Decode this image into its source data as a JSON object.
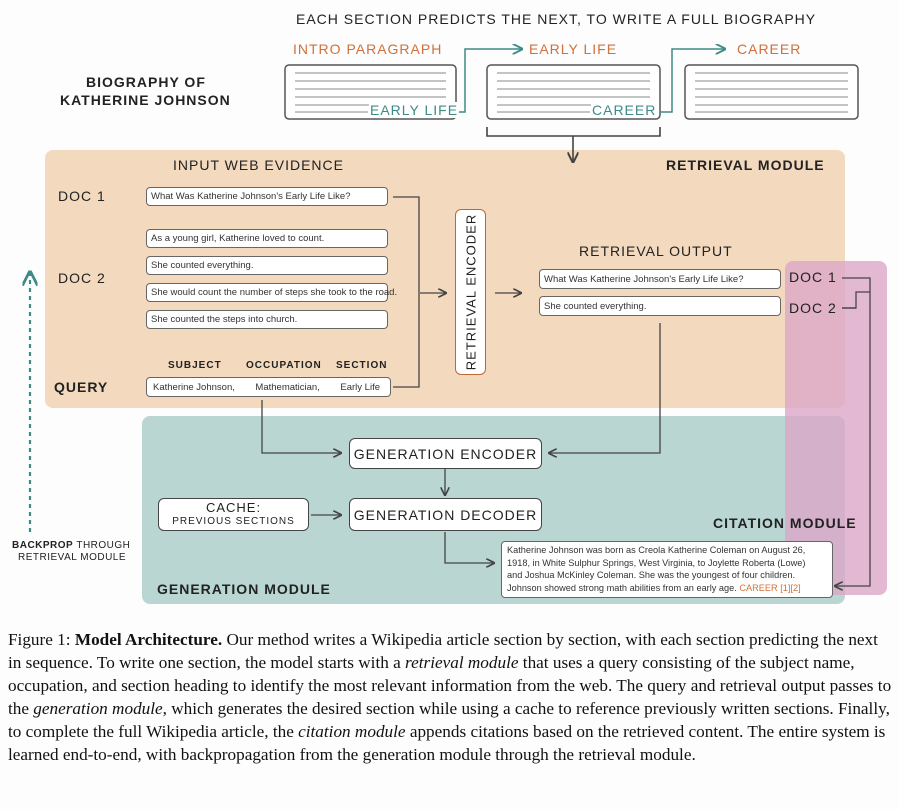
{
  "top": {
    "title": "EACH SECTION PREDICTS THE NEXT, TO WRITE A FULL BIOGRAPHY",
    "bio_line1": "BIOGRAPHY OF",
    "bio_line2": "KATHERINE JOHNSON",
    "sections": [
      "INTRO PARAGRAPH",
      "EARLY LIFE",
      "CAREER"
    ],
    "inline_labels": [
      "EARLY LIFE",
      "CAREER"
    ]
  },
  "retrieval": {
    "module_label": "RETRIEVAL MODULE",
    "input_label": "INPUT WEB EVIDENCE",
    "doc1_label": "DOC 1",
    "doc2_label": "DOC 2",
    "query_label": "QUERY",
    "doc1_text": "What Was Katherine Johnson's Early Life Like?",
    "doc2_texts": [
      "As a young girl, Katherine loved to count.",
      "She counted everything.",
      "She would count the number of steps she took to the road.",
      "She counted the steps into church."
    ],
    "query_headers": [
      "SUBJECT",
      "OCCUPATION",
      "SECTION"
    ],
    "query_values": [
      "Katherine Johnson,",
      "Mathematician,",
      "Early Life"
    ],
    "encoder_label": "RETRIEVAL ENCODER",
    "output_label": "RETRIEVAL OUTPUT",
    "output_texts": [
      "What Was Katherine Johnson's Early Life Like?",
      "She counted everything."
    ],
    "output_doc_labels": [
      "DOC 1",
      "DOC 2"
    ]
  },
  "generation": {
    "module_label": "GENERATION MODULE",
    "encoder_label": "GENERATION ENCODER",
    "decoder_label": "GENERATION DECODER",
    "cache_line1": "CACHE:",
    "cache_line2": "PREVIOUS SECTIONS",
    "output_lines": [
      "Katherine Johnson was born as Creola Katherine Coleman on August 26,",
      "1918, in White Sulphur Springs, West Virginia, to Joylette Roberta (Lowe)",
      "and Joshua McKinley Coleman. She was the youngest of four children.",
      "Johnson showed strong math abilities from an early age."
    ],
    "output_tag": "CAREER",
    "output_cites": "[1][2]"
  },
  "citation": {
    "module_label": "CITATION MODULE"
  },
  "backprop": {
    "line1_bold": "BACKPROP",
    "line1_rest": "THROUGH",
    "line2": "RETRIEVAL MODULE"
  },
  "caption": {
    "fig": "Figure 1:",
    "bold": "Model Architecture.",
    "p1": "Our method writes a Wikipedia article section by section, with each section predicting the next in sequence. To write one section, the model starts with a",
    "i1": "retrieval module",
    "p2": "that uses a query consisting of the subject name, occupation, and section heading to identify the most relevant information from the web. The query and retrieval output passes to the",
    "i2": "generation module",
    "p3": ", which generates the desired section while using a cache to reference previously written sections. Finally, to complete the full Wikipedia article, the",
    "i3": "citation module",
    "p4": "appends citations based on the retrieved content. The entire system is learned end-to-end, with backpropagation from the generation module through the retrieval module."
  },
  "colors": {
    "retrieval_bg": "#f3d9bd",
    "generation_bg": "#b9d6d3",
    "citation_bg": "#dca6c8",
    "accent_orange": "#d0703a",
    "accent_teal": "#3e8a87"
  }
}
